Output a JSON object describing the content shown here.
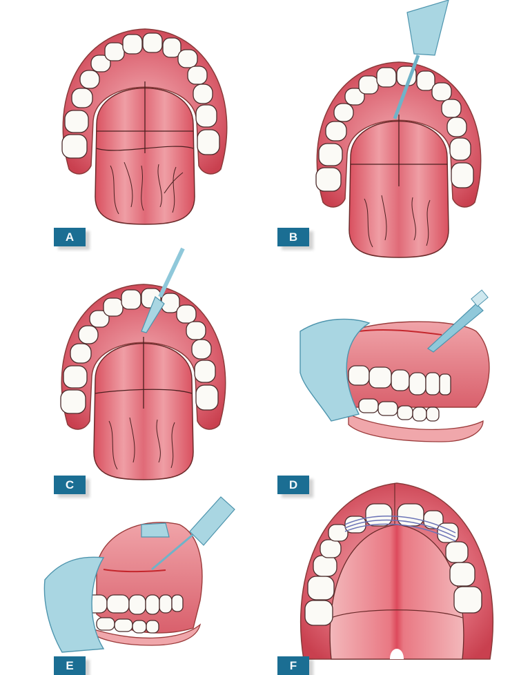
{
  "figure": {
    "type": "multi-panel medical illustration",
    "subject": "oral cavity / palate surgical steps",
    "panels": [
      {
        "id": "A",
        "label": "A",
        "view": "occlusal view of mandibular arch with tongue, midline and transverse lines"
      },
      {
        "id": "B",
        "label": "B",
        "view": "occlusal view of arch with tongue, scalpel incision along midline"
      },
      {
        "id": "C",
        "label": "C",
        "view": "occlusal view of arch with tongue, scalpel at anterior midline"
      },
      {
        "id": "D",
        "label": "D",
        "view": "lateral view, gloved hand retracting lip, scalpel incision on mucosa"
      },
      {
        "id": "E",
        "label": "E",
        "view": "lateral view, gloved hand retracting cheek, needle/scalpel incision"
      },
      {
        "id": "F",
        "label": "F",
        "view": "occlusal view of maxillary arch and palate with wire ligatures on anterior teeth"
      }
    ]
  },
  "colors": {
    "label_bg": "#1b6e93",
    "label_text": "#f4f8fa",
    "gum": "#d4505f",
    "gum_light": "#eca2a8",
    "tongue": "#e26f7b",
    "tooth": "#fbfaf6",
    "outline": "#5a2a2a",
    "glove": "#a9d6e2",
    "instrument": "#8fc8da",
    "incision": "#c4262c",
    "wire": "#6b73b6"
  }
}
